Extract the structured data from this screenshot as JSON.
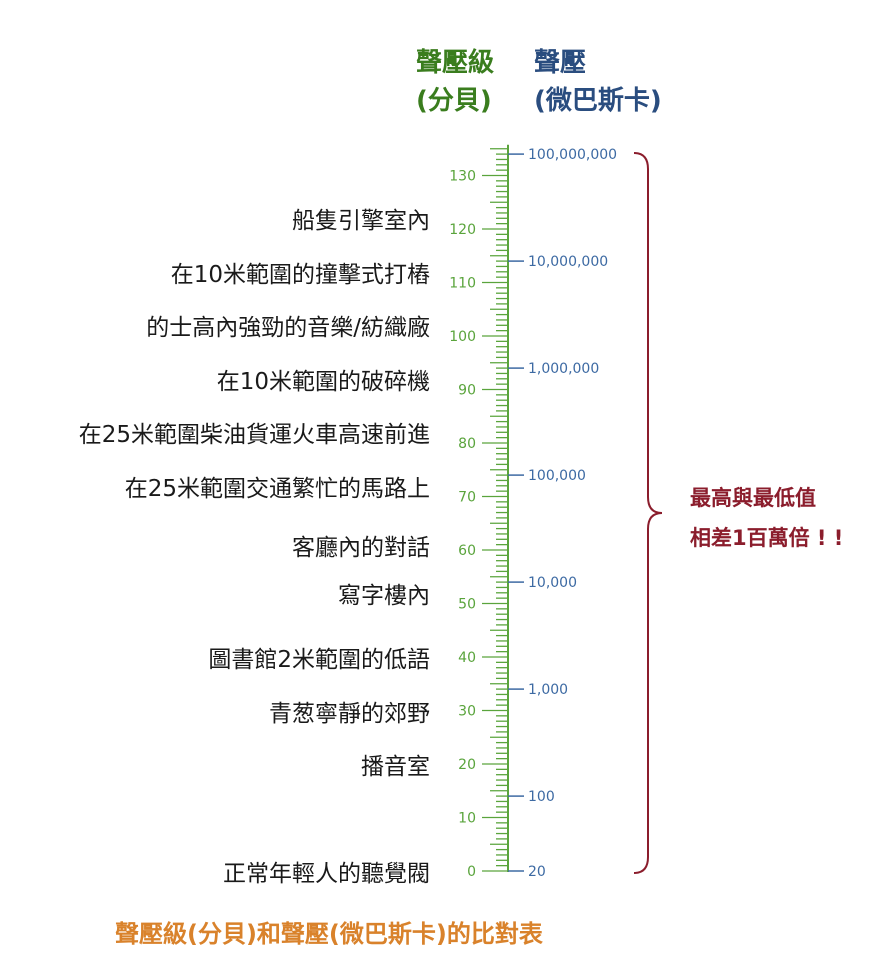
{
  "header": {
    "db_title": "聲壓級",
    "db_unit": "(分貝)",
    "pa_title": "聲壓",
    "pa_unit": "(微巴斯卡)"
  },
  "colors": {
    "green": "#3a7d1e",
    "blue": "#2a4d7f",
    "red": "#8b1d2c",
    "orange": "#d9822b",
    "tick_db": "#5aa43c",
    "tick_pa": "#3d6aa3"
  },
  "db_scale": {
    "min": 0,
    "max": 135,
    "labels": [
      0,
      10,
      20,
      30,
      40,
      50,
      60,
      70,
      80,
      90,
      100,
      110,
      120,
      130
    ]
  },
  "pressure_scale": {
    "labels": [
      {
        "text": "20",
        "db": 0
      },
      {
        "text": "100",
        "db": 14
      },
      {
        "text": "1,000",
        "db": 34
      },
      {
        "text": "10,000",
        "db": 54
      },
      {
        "text": "100,000",
        "db": 74
      },
      {
        "text": "1,000,000",
        "db": 94
      },
      {
        "text": "10,000,000",
        "db": 114
      },
      {
        "text": "100,000,000",
        "db": 134
      }
    ]
  },
  "examples": [
    {
      "label": "船隻引擎室內",
      "db": 122
    },
    {
      "label": "在10米範圍的撞擊式打樁",
      "db": 112
    },
    {
      "label": "的士高內強勁的音樂/紡織廠",
      "db": 102
    },
    {
      "label": "在10米範圍的破碎機",
      "db": 92
    },
    {
      "label": "在25米範圍柴油貨運火車高速前進",
      "db": 82
    },
    {
      "label": "在25米範圍交通繁忙的馬路上",
      "db": 72
    },
    {
      "label": "客廳內的對話",
      "db": 61
    },
    {
      "label": "寫字樓內",
      "db": 52
    },
    {
      "label": "圖書館2米範圍的低語",
      "db": 40
    },
    {
      "label": "青葱寧靜的郊野",
      "db": 30
    },
    {
      "label": "播音室",
      "db": 20
    },
    {
      "label": "正常年輕人的聽覺閥",
      "db": 0
    }
  ],
  "note": {
    "line1": "最高與最低值",
    "line2": "相差1百萬倍 ! !"
  },
  "caption": "聲壓級(分貝)和聲壓(微巴斯卡)的比對表"
}
